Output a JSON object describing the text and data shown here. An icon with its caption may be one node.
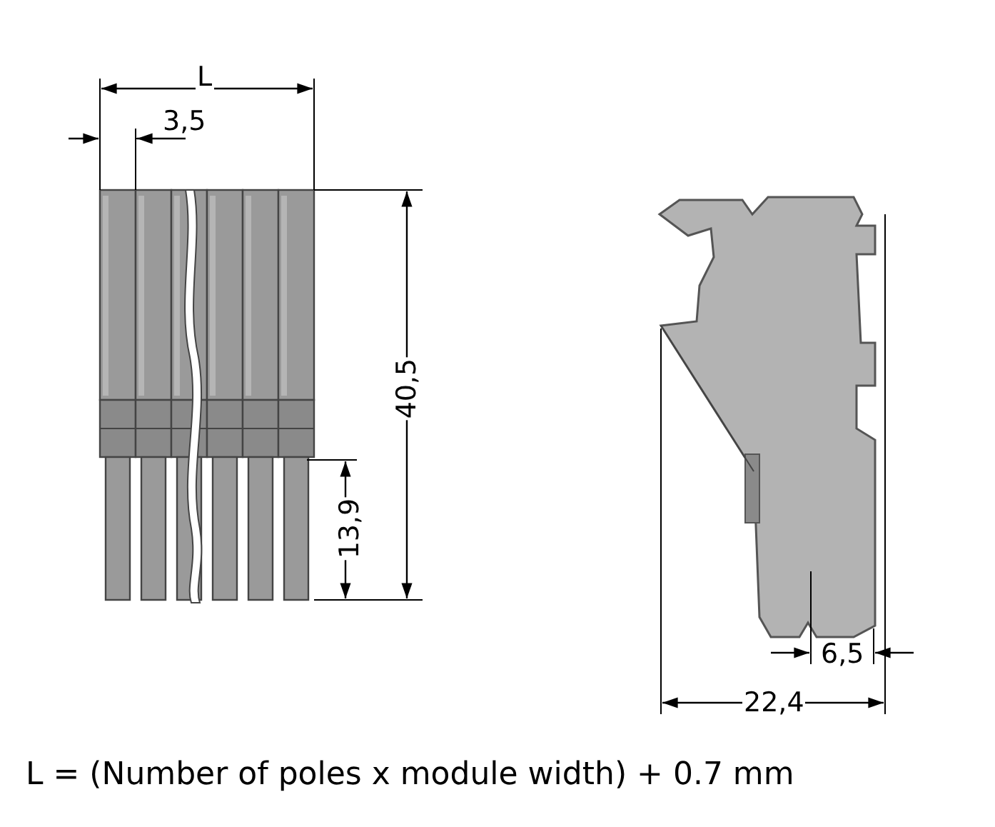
{
  "diagram": {
    "caption": "L = (Number of poles x module width) + 0.7 mm",
    "labels": [
      "L",
      "3,5",
      "40,5",
      "13,9",
      "6,5",
      "22,4"
    ]
  }
}
